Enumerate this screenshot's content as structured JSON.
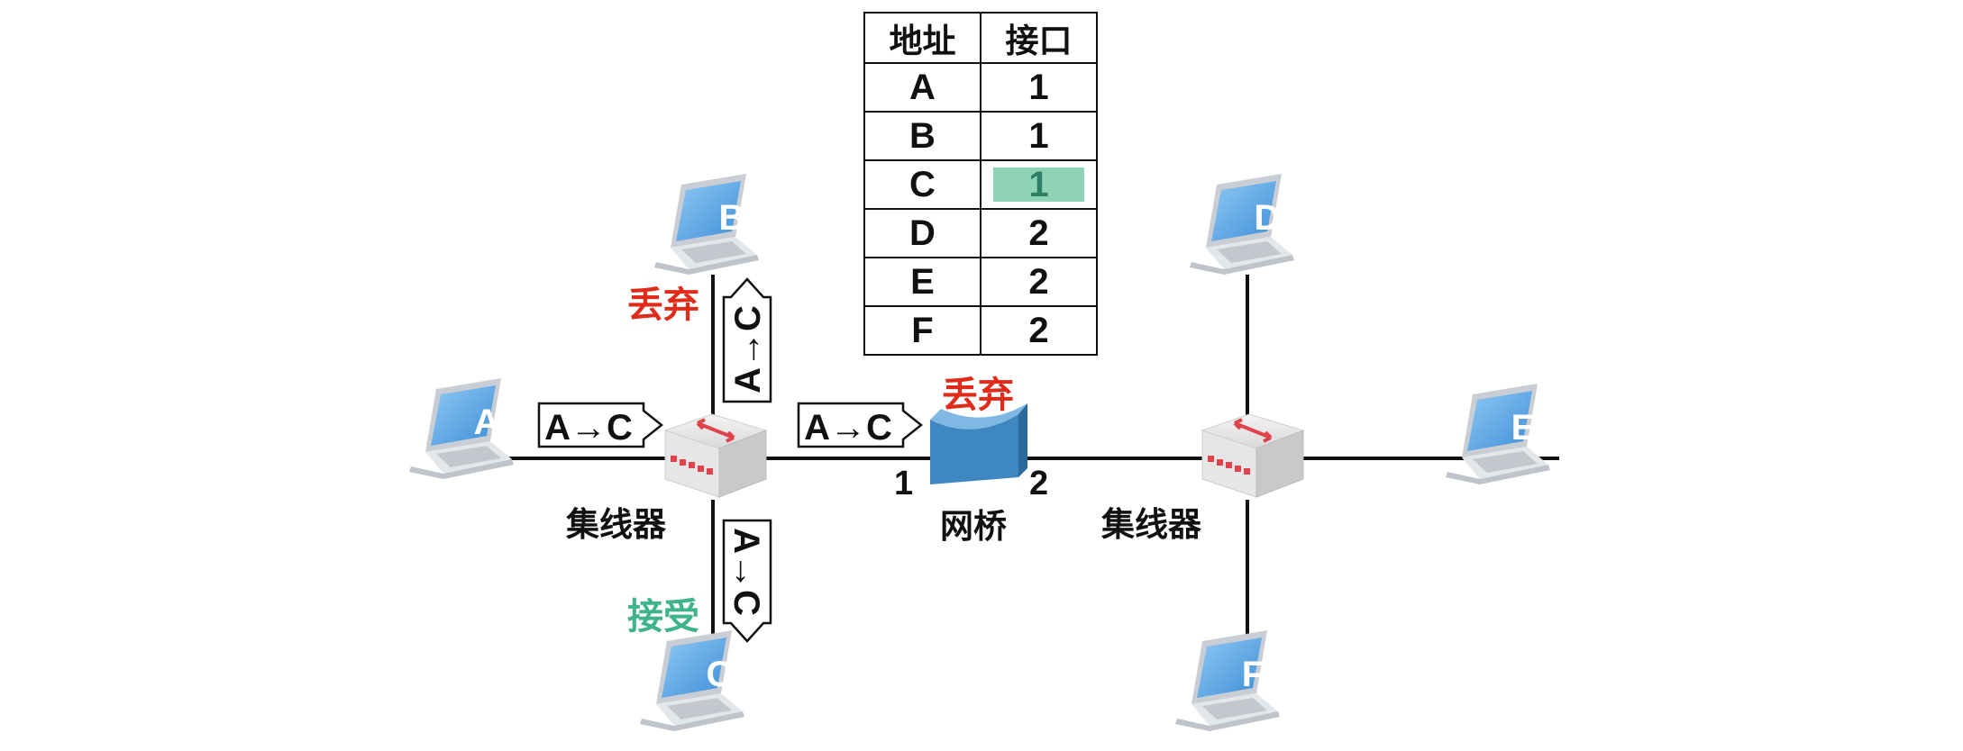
{
  "table": {
    "headers": [
      "地址",
      "接口"
    ],
    "rows": [
      {
        "addr": "A",
        "port": "1"
      },
      {
        "addr": "B",
        "port": "1"
      },
      {
        "addr": "C",
        "port": "1"
      },
      {
        "addr": "D",
        "port": "2"
      },
      {
        "addr": "E",
        "port": "2"
      },
      {
        "addr": "F",
        "port": "2"
      }
    ],
    "highlight_row": "C",
    "highlight_color": "#8fd3b7",
    "lookup_icon": "magnifier-icon",
    "match_icon": "check-circle-icon"
  },
  "hosts": [
    "A",
    "B",
    "C",
    "D",
    "E",
    "F"
  ],
  "devices": {
    "left_hub": "集线器",
    "bridge": "网桥",
    "right_hub": "集线器"
  },
  "bridge_ports": {
    "left": "1",
    "right": "2"
  },
  "frame_label": "A→C",
  "status": {
    "drop_b": "丢弃",
    "drop_bridge": "丢弃",
    "accept_c": "接受"
  },
  "colors": {
    "drop": "#e02a1a",
    "accept": "#3fb38d",
    "laptop_screen": "#5aa7e8",
    "bridge": "#3f87c0",
    "hub_accent": "#e0434b"
  }
}
